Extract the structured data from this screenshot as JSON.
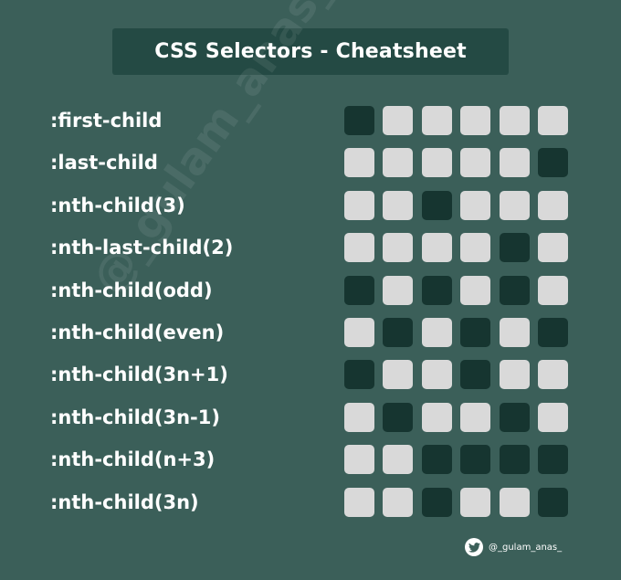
{
  "title": "CSS Selectors - Cheatsheet",
  "watermark": "@_gulam_anas_",
  "credit": {
    "icon": "twitter-icon",
    "handle": "@_gulam_anas_"
  },
  "colors": {
    "background": "#3b5f59",
    "title_bar": "#244a44",
    "box_light": "#d9d9d9",
    "box_dark": "#163530"
  },
  "rows": [
    {
      "label": ":first-child",
      "cells": [
        1,
        0,
        0,
        0,
        0,
        0
      ]
    },
    {
      "label": ":last-child",
      "cells": [
        0,
        0,
        0,
        0,
        0,
        1
      ]
    },
    {
      "label": ":nth-child(3)",
      "cells": [
        0,
        0,
        1,
        0,
        0,
        0
      ]
    },
    {
      "label": ":nth-last-child(2)",
      "cells": [
        0,
        0,
        0,
        0,
        1,
        0
      ]
    },
    {
      "label": ":nth-child(odd)",
      "cells": [
        1,
        0,
        1,
        0,
        1,
        0
      ]
    },
    {
      "label": ":nth-child(even)",
      "cells": [
        0,
        1,
        0,
        1,
        0,
        1
      ]
    },
    {
      "label": ":nth-child(3n+1)",
      "cells": [
        1,
        0,
        0,
        1,
        0,
        0
      ]
    },
    {
      "label": ":nth-child(3n-1)",
      "cells": [
        0,
        1,
        0,
        0,
        1,
        0
      ]
    },
    {
      "label": ":nth-child(n+3)",
      "cells": [
        0,
        0,
        1,
        1,
        1,
        1
      ]
    },
    {
      "label": ":nth-child(3n)",
      "cells": [
        0,
        0,
        1,
        0,
        0,
        1
      ]
    }
  ]
}
